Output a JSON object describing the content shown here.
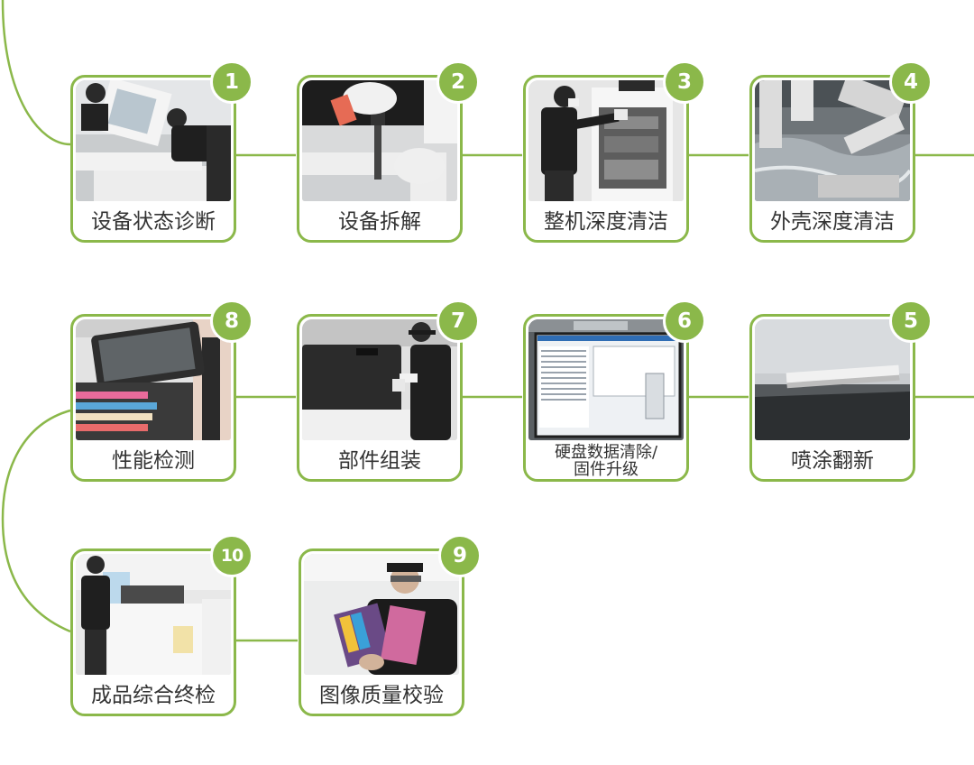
{
  "accent_color": "#8bb84a",
  "steps": [
    {
      "number": "1",
      "label": "设备状态诊断",
      "photo_icon": "technician-diagnosing-copier-icon"
    },
    {
      "number": "2",
      "label": "设备拆解",
      "photo_icon": "gloved-hand-with-screwdriver-icon"
    },
    {
      "number": "3",
      "label": "整机深度清洁",
      "photo_icon": "technician-cleaning-machine-icon"
    },
    {
      "number": "4",
      "label": "外壳深度清洁",
      "photo_icon": "parts-in-cleaning-bath-icon"
    },
    {
      "number": "5",
      "label": "喷涂翻新",
      "photo_icon": "spray-painted-panel-icon"
    },
    {
      "number": "6",
      "label": "硬盘数据清除/\n固件升级",
      "photo_icon": "data-wipe-screen-icon"
    },
    {
      "number": "7",
      "label": "部件组装",
      "photo_icon": "technician-assembling-icon"
    },
    {
      "number": "8",
      "label": "性能检测",
      "photo_icon": "touchscreen-panel-icon"
    },
    {
      "number": "9",
      "label": "图像质量校验",
      "photo_icon": "inspecting-color-print-icon"
    },
    {
      "number": "10",
      "label": "成品综合终检",
      "photo_icon": "final-inspection-icon"
    }
  ]
}
